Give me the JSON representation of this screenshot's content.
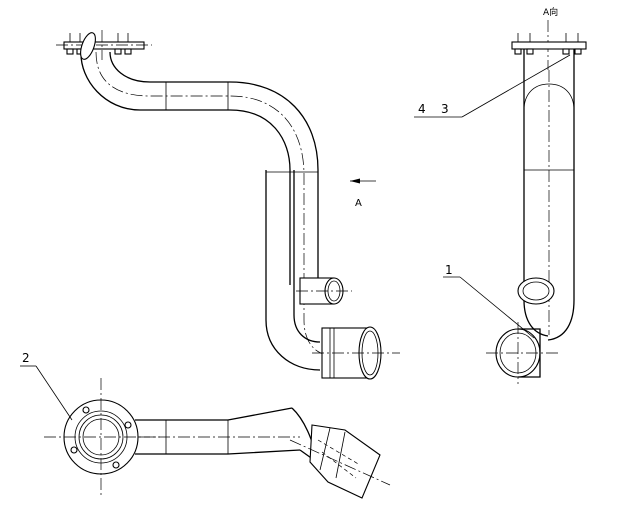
{
  "labels": {
    "view_arrow": "A",
    "view_title": "A向",
    "part_1": "1",
    "part_2": "2",
    "part_3": "3",
    "part_4": "4"
  }
}
